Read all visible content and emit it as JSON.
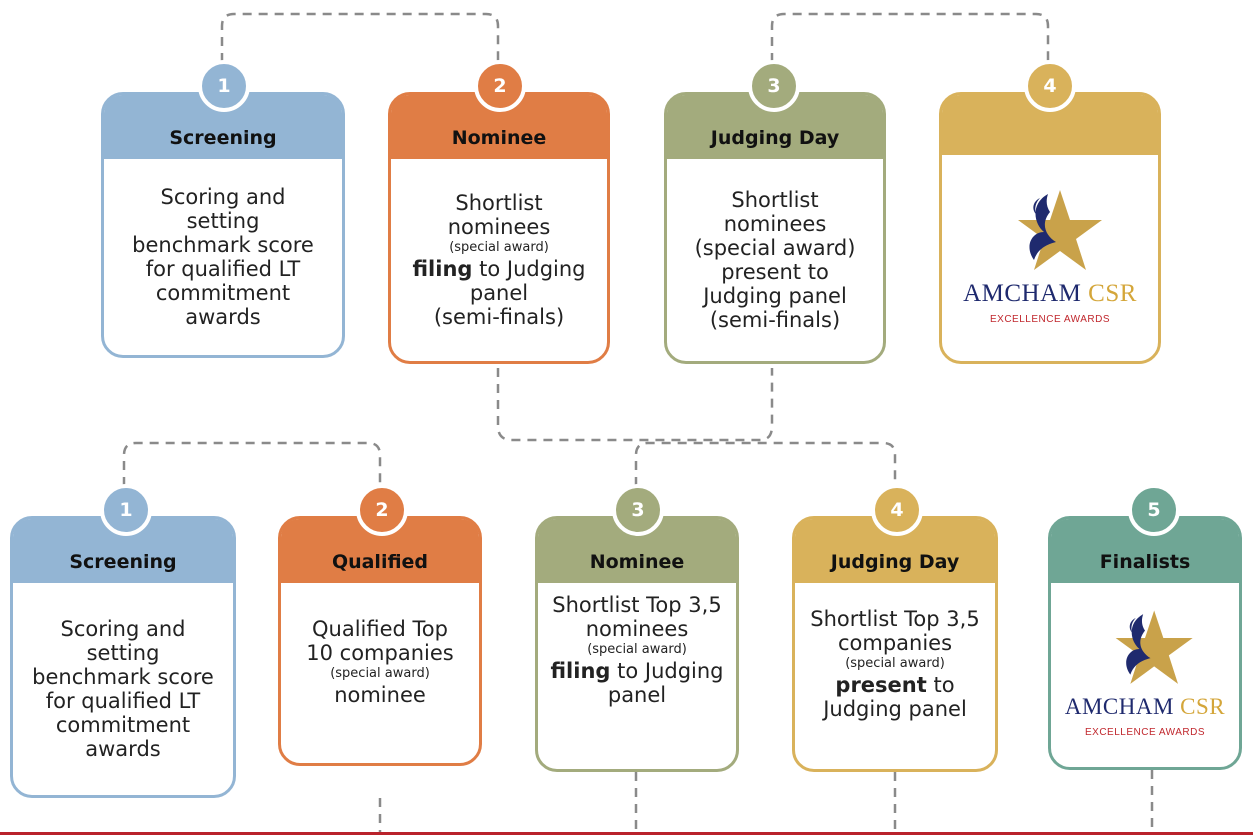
{
  "colors": {
    "blue": "#93b5d4",
    "orange": "#e07d45",
    "olive": "#a3ab7d",
    "gold": "#d9b25b",
    "teal": "#6fa695",
    "connector": "#8a8a8a",
    "footer": "#b9222b"
  },
  "top_row": [
    {
      "number": "1",
      "title": "Screening",
      "lines": [
        "Scoring and",
        "setting",
        "benchmark score",
        "for qualified LT",
        "commitment",
        "awards"
      ]
    },
    {
      "number": "2",
      "title": "Nominee",
      "line1": "Shortlist",
      "line2": "nominees",
      "small": "(special award)",
      "bold": "filing",
      "bold_rest": " to Judging",
      "line5": "panel",
      "line6": "(semi-finals)"
    },
    {
      "number": "3",
      "title": "Judging Day",
      "lines": [
        "Shortlist",
        "nominees",
        "(special award)",
        "present to",
        "Judging panel",
        "(semi-finals)"
      ]
    },
    {
      "number": "4",
      "logo": {
        "icon": "amcham-star-logo-icon",
        "word1": "AMCHAM",
        "word2": "CSR",
        "tagline": "EXCELLENCE AWARDS"
      }
    }
  ],
  "bottom_row": [
    {
      "number": "1",
      "title": "Screening",
      "lines": [
        "Scoring and",
        "setting",
        "benchmark score",
        "for qualified LT",
        "commitment",
        "awards"
      ]
    },
    {
      "number": "2",
      "title": "Qualified",
      "line1": "Qualified Top",
      "line2": "10 companies",
      "small": "(special award)",
      "line4": "nominee"
    },
    {
      "number": "3",
      "title": "Nominee",
      "line1": "Shortlist Top 3,5",
      "line2": "nominees",
      "small": "(special award)",
      "bold": "filing",
      "bold_rest": " to Judging",
      "line5": "panel"
    },
    {
      "number": "4",
      "title": "Judging Day",
      "line1": "Shortlist Top 3,5",
      "line2": "companies",
      "small": "(special award)",
      "bold": "present",
      "bold_rest": " to",
      "line5": "Judging panel"
    },
    {
      "number": "5",
      "title": "Finalists",
      "logo": {
        "icon": "amcham-star-logo-icon",
        "word1": "AMCHAM",
        "word2": "CSR",
        "tagline": "EXCELLENCE AWARDS"
      }
    }
  ]
}
